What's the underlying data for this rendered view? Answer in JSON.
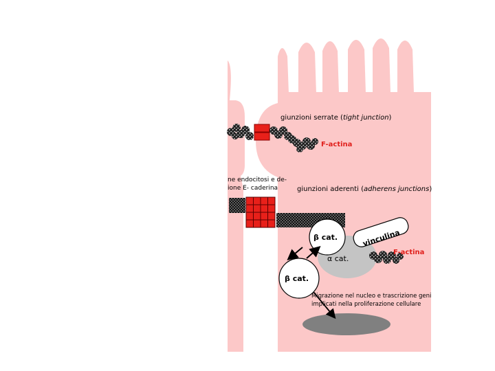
{
  "labels": {
    "tight_junction_prefix": "giunzioni serrate (",
    "tight_junction_italic": "tight junction",
    "tight_junction_suffix": ")",
    "f_actina_top": "F-actina",
    "endocytosis_line1": "ne endocitosi e de-",
    "endocytosis_line2": "ione E- caderina",
    "adherens_prefix": "giunzioni aderenti (",
    "adherens_italic": "adherens junctions",
    "adherens_suffix": ")",
    "beta_cat_bound": "β cat.",
    "vinculina": "vinculina",
    "f_actina_bottom": "F-actina",
    "alpha_cat": "α cat.",
    "beta_cat_free": "β cat.",
    "migration_line1": "Migrazione nel nucleo e trascrizione geni",
    "migration_line2": "implicati nella proliferazione cellulare"
  },
  "colors": {
    "cell_pink": "#fcc8c8",
    "junction_red": "#e8201a",
    "actin_dark": "#2a2a2a",
    "alpha_cat_gray": "#c4c4c4",
    "nucleus_gray": "#808080",
    "label_red": "#e0201c"
  }
}
